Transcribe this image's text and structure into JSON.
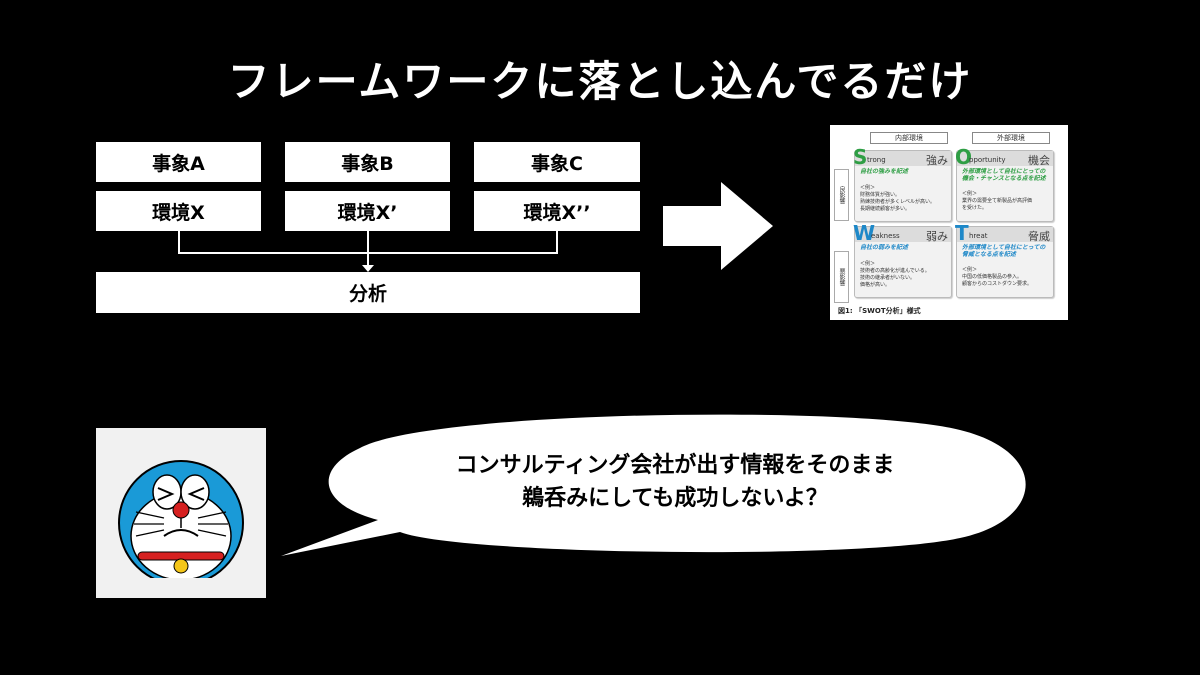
{
  "title": "フレームワークに落とし込んでるだけ",
  "flow": {
    "events": [
      "事象A",
      "事象B",
      "事象C"
    ],
    "envs": [
      "環境X",
      "環境X’",
      "環境X’’"
    ],
    "analysis": "分析"
  },
  "swot": {
    "internal": "内部環境",
    "external": "外部環境",
    "good": "良影響",
    "bad": "悪影響",
    "cells": [
      {
        "letter": "S",
        "rest": "trong",
        "jp": "強み",
        "sub": "自社の強みを記述",
        "note": "＜例＞\n財務体質が強い。\n熟練技術者が多くレベルが高い。\n長期継続顧客が多い。",
        "color": "#2e9e44"
      },
      {
        "letter": "O",
        "rest": "pportunity",
        "jp": "機会",
        "sub": "外部環境として自社にとっての\n機会・チャンスとなる点を記述",
        "note": "＜例＞\n業界の需要全て新製品が高評価\nを受けた。",
        "color": "#2e9e44"
      },
      {
        "letter": "W",
        "rest": "eakness",
        "jp": "弱み",
        "sub": "自社の弱みを記述",
        "note": "＜例＞\n技術者の高齢化が進んでいる。\n技術の継承者がいない。\n価格が高い。",
        "color": "#1e88c8"
      },
      {
        "letter": "T",
        "rest": "hreat",
        "jp": "脅威",
        "sub": "外部環境として自社にとっての\n脅威となる点を記述",
        "note": "＜例＞\n中国の低価格製品の参入。\n顧客からのコストダウン要求。",
        "color": "#1e88c8"
      }
    ],
    "caption": "図1: 「SWOT分析」様式"
  },
  "speech": {
    "line1": "コンサルティング会社が出す情報をそのまま",
    "line2": "鵜呑みにしても成功しないよ？"
  }
}
